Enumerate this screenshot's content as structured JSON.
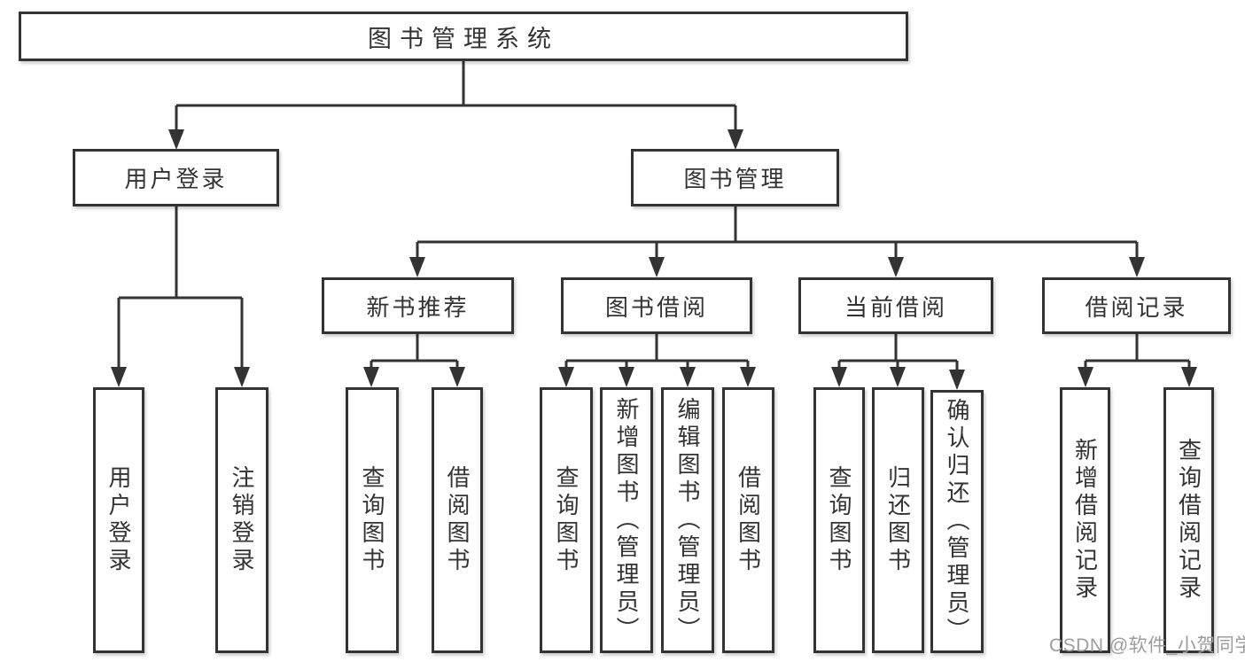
{
  "tree": {
    "label": "图书管理系统",
    "children": [
      {
        "label": "用户登录",
        "children": [
          {
            "label": "用户登录"
          },
          {
            "label": "注销登录"
          }
        ]
      },
      {
        "label": "图书管理",
        "children": [
          {
            "label": "新书推荐",
            "children": [
              {
                "label": "查询图书"
              },
              {
                "label": "借阅图书"
              }
            ]
          },
          {
            "label": "图书借阅",
            "children": [
              {
                "label": "查询图书"
              },
              {
                "label": "新增图书（管理员）"
              },
              {
                "label": "编辑图书（管理员）"
              },
              {
                "label": "借阅图书"
              }
            ]
          },
          {
            "label": "当前借阅",
            "children": [
              {
                "label": "查询图书"
              },
              {
                "label": "归还图书"
              },
              {
                "label": "确认归还（管理员）"
              }
            ]
          },
          {
            "label": "借阅记录",
            "children": [
              {
                "label": "新增借阅记录"
              },
              {
                "label": "查询借阅记录"
              }
            ]
          }
        ]
      }
    ]
  },
  "watermark": {
    "text": "CSDN @软件_小贺同学"
  },
  "colors": {
    "line": "#333333",
    "box_border": "#333333",
    "text": "#333333",
    "watermark": "#9d9d9d",
    "background": "#ffffff"
  }
}
